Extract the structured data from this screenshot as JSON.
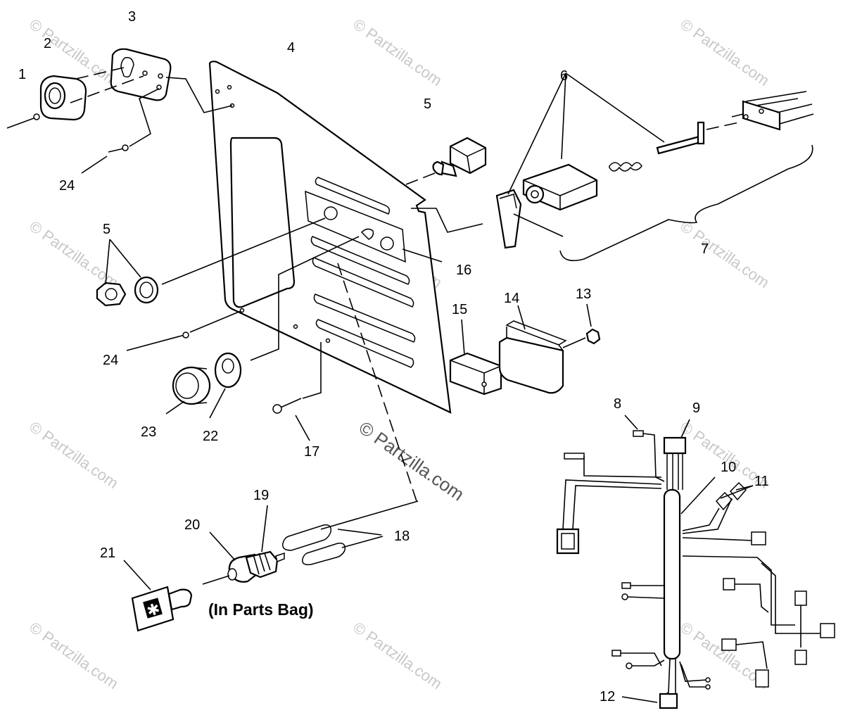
{
  "diagram": {
    "callouts": [
      "1",
      "2",
      "3",
      "4",
      "5",
      "5",
      "6",
      "7",
      "8",
      "9",
      "10",
      "11",
      "12",
      "13",
      "14",
      "15",
      "16",
      "17",
      "18",
      "19",
      "20",
      "21",
      "22",
      "23",
      "24",
      "24"
    ],
    "note": "(In Parts Bag)",
    "watermark_small": "© Partzilla.com",
    "watermark_center": "© Partzilla.com"
  }
}
